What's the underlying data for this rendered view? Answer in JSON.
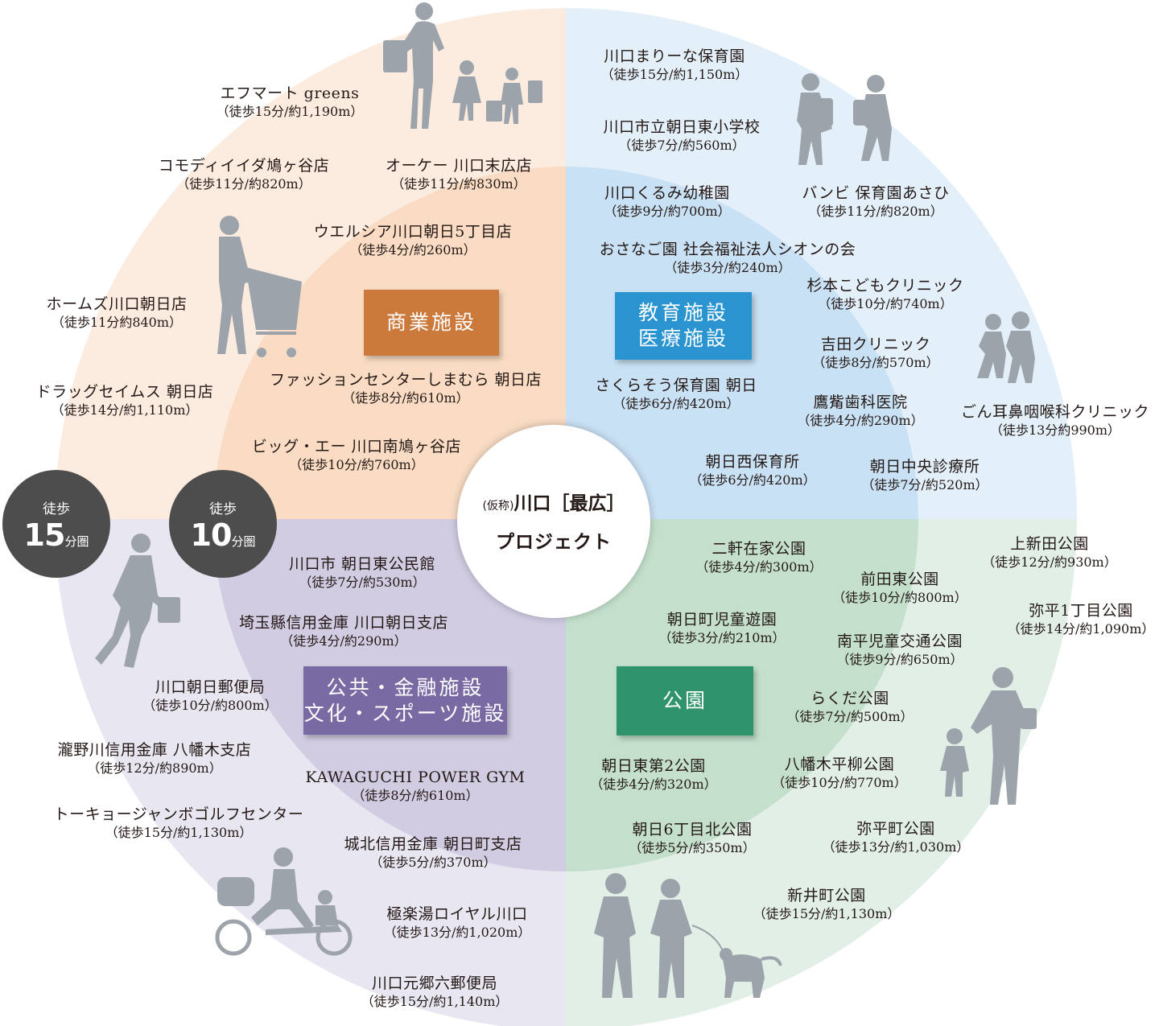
{
  "colors": {
    "outer_commercial": "#fcece0",
    "inner_commercial": "#f9dcc3",
    "outer_education": "#e3f0fa",
    "inner_education": "#c9e1f4",
    "outer_public": "#e8e6f1",
    "inner_public": "#d1cce2",
    "outer_park": "#e1efe6",
    "inner_park": "#c4e0cd",
    "badge_commercial": "#cb7a3c",
    "badge_education": "#2a94d0",
    "badge_public": "#7a6aa3",
    "badge_park": "#2f946b",
    "silhouette": "#9ca3ab",
    "ring_badge": "#4d4d4d"
  },
  "center": {
    "prefix": "(仮称)",
    "name": "川口［最広］",
    "line2": "プロジェクト"
  },
  "rings": [
    {
      "walk": "徒歩",
      "num": "15",
      "unit": "分圏"
    },
    {
      "walk": "徒歩",
      "num": "10",
      "unit": "分圏"
    }
  ],
  "categories": {
    "commercial": [
      "商業施設"
    ],
    "education": [
      "教育施設",
      "医療施設"
    ],
    "public": [
      "公共・金融施設",
      "文化・スポーツ施設"
    ],
    "park": [
      "公園"
    ]
  },
  "icons": [
    "shopping-family-icon",
    "shopping-cart-person-icon",
    "school-children-icon",
    "walking-children-icon",
    "businessman-icon",
    "family-bicycle-icon",
    "mother-child-icon",
    "couple-walking-dog-icon"
  ],
  "pois": {
    "commercial": [
      {
        "name": "エフマート greens",
        "dist": "（徒歩15分/約1,190m）"
      },
      {
        "name": "コモディイイダ鳩ヶ谷店",
        "dist": "（徒歩11分/約820m）"
      },
      {
        "name": "オーケー 川口末広店",
        "dist": "（徒歩11分/約830m）"
      },
      {
        "name": "ウエルシア川口朝日5丁目店",
        "dist": "（徒歩4分/約260m）"
      },
      {
        "name": "ホームズ川口朝日店",
        "dist": "（徒歩11分約840m）"
      },
      {
        "name": "ファッションセンターしまむら 朝日店",
        "dist": "（徒歩8分/約610m）"
      },
      {
        "name": "ドラッグセイムス 朝日店",
        "dist": "（徒歩14分/約1,110m）"
      },
      {
        "name": "ビッグ・エー 川口南鳩ヶ谷店",
        "dist": "（徒歩10分/約760m）"
      }
    ],
    "education": [
      {
        "name": "川口まりーな保育園",
        "dist": "（徒歩15分/約1,150m）"
      },
      {
        "name": "川口市立朝日東小学校",
        "dist": "（徒歩7分/約560m）"
      },
      {
        "name": "川口くるみ幼稚園",
        "dist": "（徒歩9分/約700m）"
      },
      {
        "name": "バンビ 保育園あさひ",
        "dist": "（徒歩11分/約820m）"
      },
      {
        "name": "おさなご園 社会福祉法人シオンの会",
        "dist": "（徒歩3分/約240m）"
      },
      {
        "name": "杉本こどもクリニック",
        "dist": "（徒歩10分/約740m）"
      },
      {
        "name": "吉田クリニック",
        "dist": "（徒歩8分/約570m）"
      },
      {
        "name": "さくらそう保育園 朝日",
        "dist": "（徒歩6分/約420m）"
      },
      {
        "name": "鷹觜歯科医院",
        "dist": "（徒歩4分/約290m）"
      },
      {
        "name": "ごん耳鼻咽喉科クリニック",
        "dist": "（徒歩13分約990m）"
      },
      {
        "name": "朝日西保育所",
        "dist": "（徒歩6分/約420m）"
      },
      {
        "name": "朝日中央診療所",
        "dist": "（徒歩7分/約520m）"
      }
    ],
    "public": [
      {
        "name": "川口市 朝日東公民館",
        "dist": "（徒歩7分/約530m）"
      },
      {
        "name": "埼玉縣信用金庫 川口朝日支店",
        "dist": "（徒歩4分/約290m）"
      },
      {
        "name": "川口朝日郵便局",
        "dist": "（徒歩10分/約800m）"
      },
      {
        "name": "瀧野川信用金庫 八幡木支店",
        "dist": "（徒歩12分/約890m）"
      },
      {
        "name": "KAWAGUCHI POWER GYM",
        "dist": "（徒歩8分/約610m）"
      },
      {
        "name": "トーキョージャンボゴルフセンター",
        "dist": "（徒歩15分/約1,130m）"
      },
      {
        "name": "城北信用金庫 朝日町支店",
        "dist": "（徒歩5分/約370m）"
      },
      {
        "name": "極楽湯ロイヤル川口",
        "dist": "（徒歩13分/約1,020m）"
      },
      {
        "name": "川口元郷六郵便局",
        "dist": "（徒歩15分/約1,140m）"
      }
    ],
    "park": [
      {
        "name": "二軒在家公園",
        "dist": "（徒歩4分/約300m）"
      },
      {
        "name": "上新田公園",
        "dist": "（徒歩12分/約930m）"
      },
      {
        "name": "前田東公園",
        "dist": "（徒歩10分/約800m）"
      },
      {
        "name": "弥平1丁目公園",
        "dist": "（徒歩14分/約1,090m）"
      },
      {
        "name": "朝日町児童遊園",
        "dist": "（徒歩3分/約210m）"
      },
      {
        "name": "南平児童交通公園",
        "dist": "（徒歩9分/約650m）"
      },
      {
        "name": "らくだ公園",
        "dist": "（徒歩7分/約500m）"
      },
      {
        "name": "朝日東第2公園",
        "dist": "（徒歩4分/約320m）"
      },
      {
        "name": "八幡木平柳公園",
        "dist": "（徒歩10分/約770m）"
      },
      {
        "name": "朝日6丁目北公園",
        "dist": "（徒歩5分/約350m）"
      },
      {
        "name": "弥平町公園",
        "dist": "（徒歩13分/約1,030m）"
      },
      {
        "name": "新井町公園",
        "dist": "（徒歩15分/約1,130m）"
      }
    ]
  }
}
